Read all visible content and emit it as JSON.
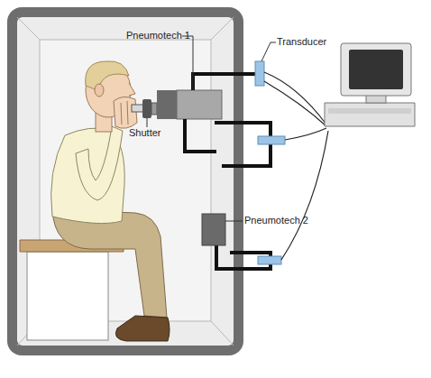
{
  "diagram": {
    "labels": [
      "Pneumotech 1",
      "Shutter",
      "Transducer",
      "Pneumotech 2"
    ]
  }
}
